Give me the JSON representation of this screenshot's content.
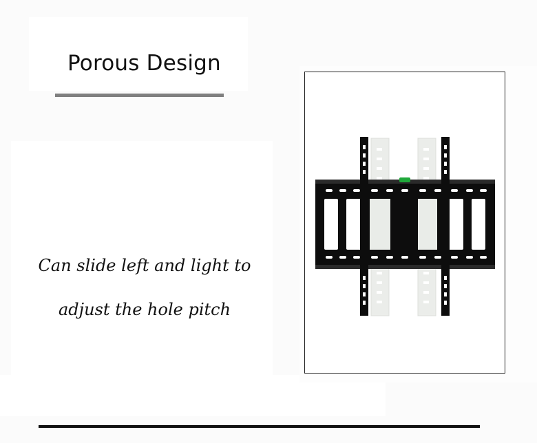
{
  "heading": {
    "title": "Porous Design"
  },
  "description": {
    "line1": "Can slide left and light to",
    "line2": "adjust the hole pitch"
  },
  "product_image": {
    "icon": "tv-wall-mount-bracket-icon"
  },
  "colors": {
    "text": "#111111",
    "underline": "#7f7f7f",
    "bracket": "#0d0d0d",
    "level_bubble": "#1fa83a"
  }
}
